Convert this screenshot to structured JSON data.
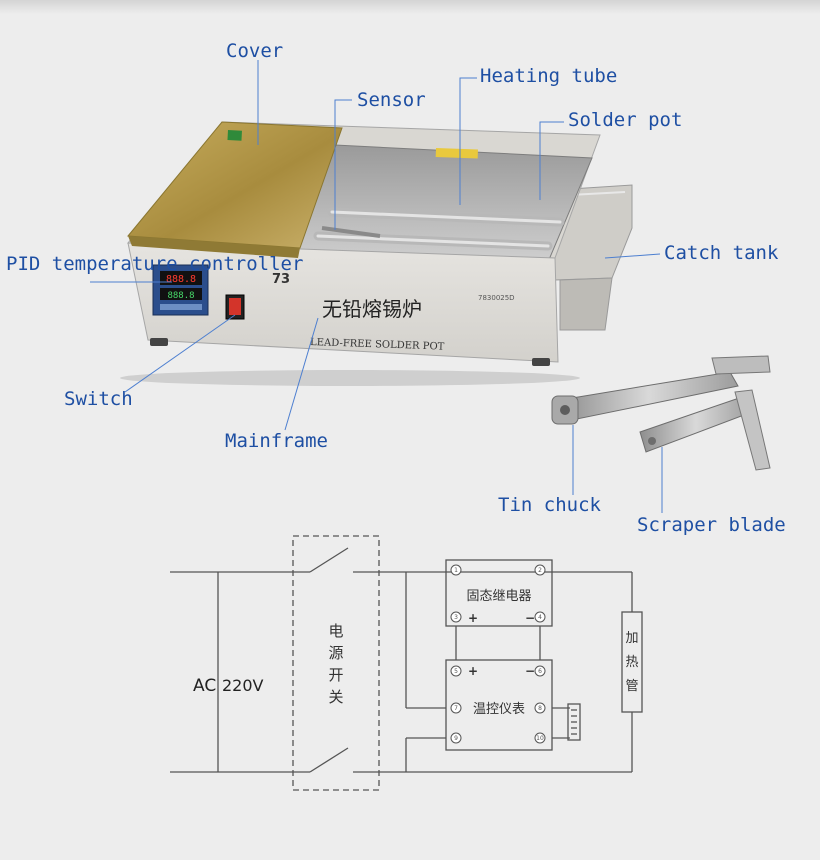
{
  "labels": {
    "cover": "Cover",
    "sensor": "Sensor",
    "heating_tube": "Heating tube",
    "solder_pot": "Solder pot",
    "catch_tank": "Catch tank",
    "pid_controller": "PID temperature controller",
    "switch": "Switch",
    "mainframe": "Mainframe",
    "tin_chuck": "Tin chuck",
    "scraper_blade": "Scraper blade"
  },
  "device": {
    "chinese_name": "无铅熔锡炉",
    "english_name": "LEAD-FREE SOLDER POT",
    "logo": "73",
    "model": "7830025D",
    "display_top": "888.8",
    "display_bottom": "888.8"
  },
  "circuit": {
    "power_switch": [
      "电",
      "源",
      "开",
      "关"
    ],
    "supply_prefix": "AC",
    "supply_value": "220V",
    "relay_label": "固态继电器",
    "controller_label": "温控仪表",
    "heater": [
      "加",
      "热",
      "管"
    ],
    "plus": "+",
    "minus": "−",
    "terminals": [
      "1",
      "2",
      "3",
      "4",
      "5",
      "6",
      "7",
      "8",
      "9",
      "10"
    ]
  },
  "colors": {
    "label_blue": "#1e4fa3",
    "leader_blue": "#4d7fd0",
    "housing": "#dedcd8",
    "cover_gold": "#b59a4c",
    "wire": "#555555"
  }
}
